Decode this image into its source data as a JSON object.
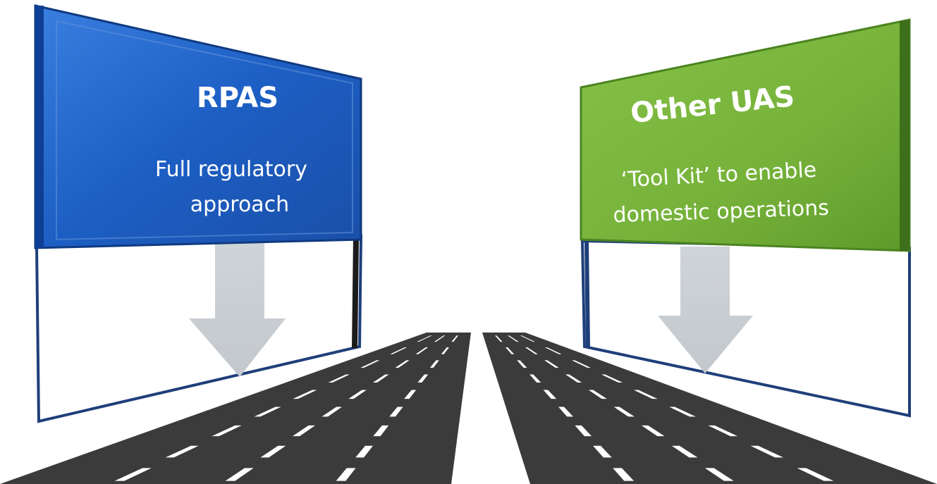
{
  "signs": {
    "left": {
      "title": "RPAS",
      "line1": "Full regulatory",
      "line2": "approach",
      "color": "#1d5fc4",
      "color_dark": "#123f8c"
    },
    "right": {
      "title": "Other UAS",
      "line1": "‘Tool Kit’ to enable",
      "line2": "domestic operations",
      "color": "#7ab43a",
      "color_dark": "#4f8a22"
    }
  },
  "colors": {
    "arrow": "#c9ced3",
    "road": "#3b3b3b",
    "lane_marking": "#ffffff",
    "frame": "#1f3f7a"
  }
}
